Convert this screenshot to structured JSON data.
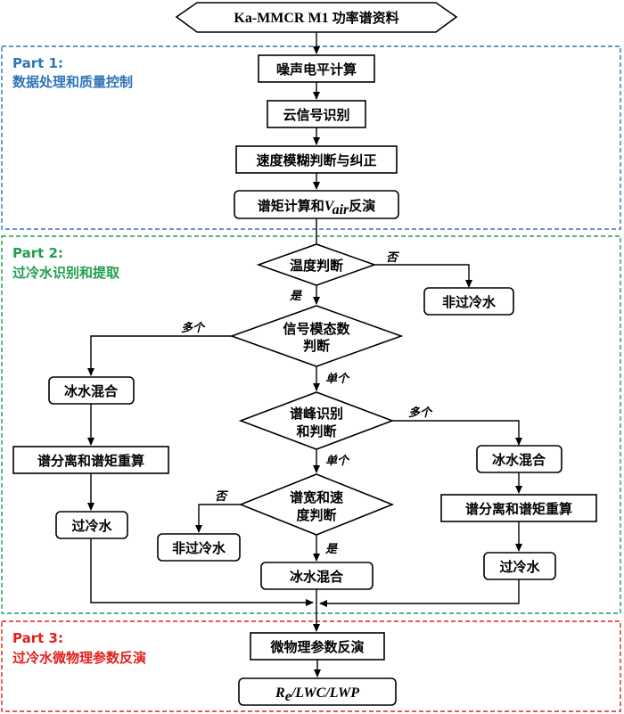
{
  "colors": {
    "part1": "#2e75b6",
    "part2": "#1e9e4f",
    "part3": "#e0201b"
  },
  "start": {
    "label_latin": "Ka-MMCR M1 ",
    "label_cn": "功率谱资料"
  },
  "part1": {
    "heading": "Part 1:",
    "subtitle": "数据处理和质量控制",
    "steps": [
      "噪声电平计算",
      "云信号识别",
      "速度模糊判断与纠正"
    ],
    "moment_step": {
      "pre": "谱矩计算和",
      "var": "V",
      "sub": "air",
      "post": "反演"
    }
  },
  "part2": {
    "heading": "Part 2:",
    "subtitle": "过冷水识别和提取",
    "temp_decision": "温度判断",
    "temp_no": "否",
    "temp_yes": "是",
    "non_scw_1": "非过冷水",
    "mode_decision_line1": "信号模态数",
    "mode_decision_line2": "判断",
    "mode_multi": "多个",
    "mode_single": "单个",
    "left_mixed": "冰水混合",
    "left_separation": "谱分离和谱矩重算",
    "left_scw": "过冷水",
    "peak_decision_line1": "谱峰识别",
    "peak_decision_line2": "和判断",
    "peak_multi": "多个",
    "peak_single": "单个",
    "right_mixed": "冰水混合",
    "right_separation": "谱分离和谱矩重算",
    "right_scw": "过冷水",
    "width_decision_line1": "谱宽和速",
    "width_decision_line2": "度判断",
    "width_no": "否",
    "width_yes": "是",
    "non_scw_2": "非过冷水",
    "center_mixed": "冰水混合"
  },
  "part3": {
    "heading": "Part 3:",
    "subtitle": "过冷水微物理参数反演",
    "retrieval": "微物理参数反演",
    "output": {
      "re": "R",
      "re_sub": "e",
      "rest": "/LWC/LWP"
    }
  }
}
